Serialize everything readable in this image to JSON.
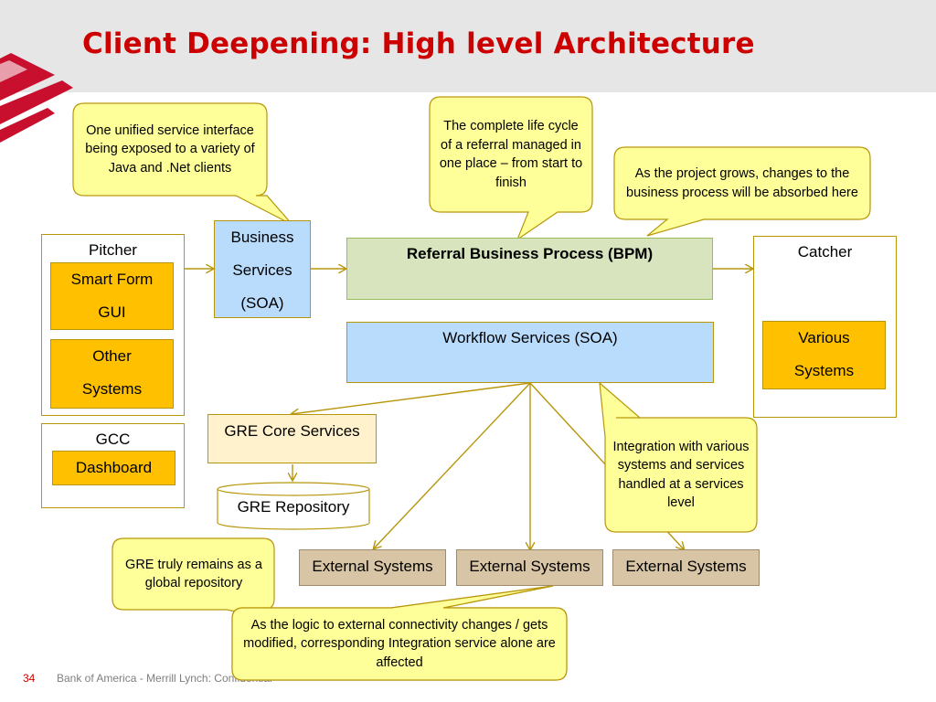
{
  "slide": {
    "title": "Client Deepening: High level Architecture",
    "page_number": "34",
    "footer": "Bank of America - Merrill Lynch: Confidential"
  },
  "colors": {
    "title_red": "#cc0000",
    "header_band": "#e6e6e6",
    "callout_fill": "#ffff99",
    "orange_box": "#ffc000",
    "green_box": "#d7e4bd",
    "blue_box": "#b9dcfc",
    "cream_box": "#fff2cc",
    "tan_box": "#d8c5a5",
    "line_color": "#b8960b"
  },
  "pitcher": {
    "label": "Pitcher",
    "smart_form": [
      "Smart Form",
      "GUI"
    ],
    "other_systems": [
      "Other",
      "Systems"
    ]
  },
  "gcc": {
    "label": "GCC",
    "dashboard": "Dashboard"
  },
  "business_services": [
    "Business",
    "Services",
    "(SOA)"
  ],
  "referral_bpm": "Referral Business Process (BPM)",
  "workflow_services": "Workflow Services (SOA)",
  "catcher": {
    "label": "Catcher",
    "various_systems": [
      "Various",
      "Systems"
    ]
  },
  "gre_core_services": "GRE Core Services",
  "gre_repository": "GRE Repository",
  "external_systems": [
    "External Systems",
    "External Systems",
    "External Systems"
  ],
  "callouts": {
    "unified_interface": "One unified service interface being exposed to a variety of Java and .Net clients",
    "lifecycle": "The complete life cycle of a referral managed in one place – from start to finish",
    "project_grows": "As the project grows, changes to the business process will be absorbed here",
    "integration": "Integration with various systems and services handled at a services level",
    "gre_global": "GRE truly remains as a global repository",
    "logic_changes": "As the logic to external connectivity changes / gets modified, corresponding Integration service alone are affected"
  }
}
